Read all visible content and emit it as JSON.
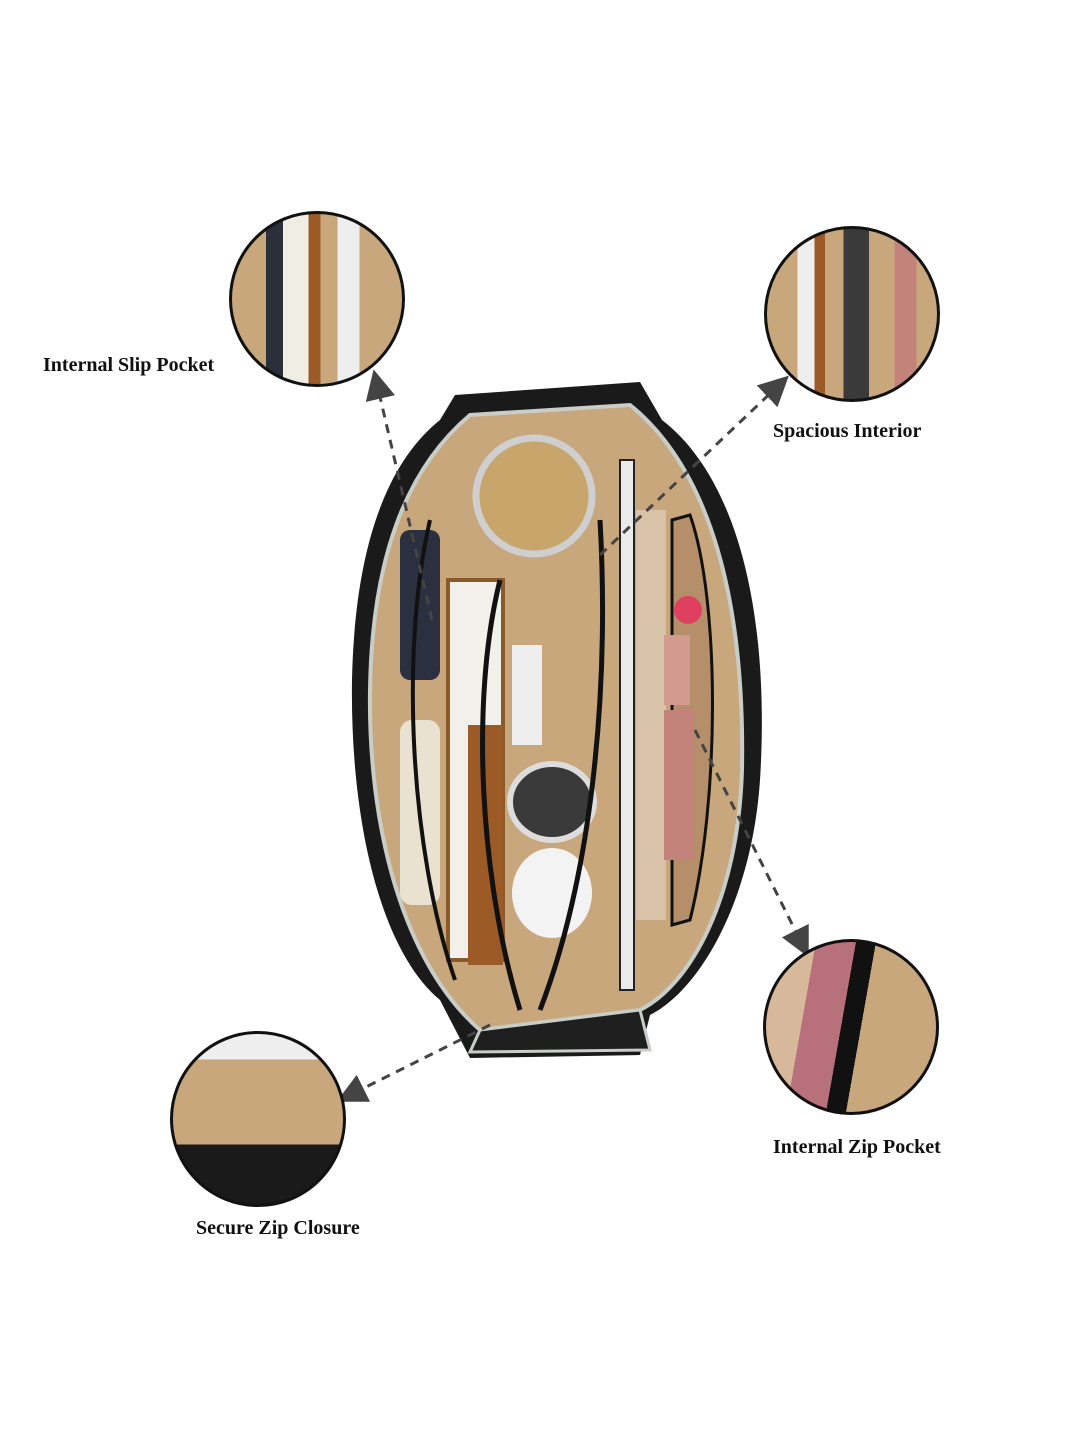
{
  "callouts": [
    {
      "label": "Internal Slip Pocket"
    },
    {
      "label": "Spacious Interior"
    },
    {
      "label": "Internal Zip Pocket"
    },
    {
      "label": "Secure Zip Closure"
    }
  ],
  "colors": {
    "lining": "#c9a77c",
    "trim": "#1a1a1a",
    "edge": "#c8cdc8",
    "arrow": "#444444"
  }
}
